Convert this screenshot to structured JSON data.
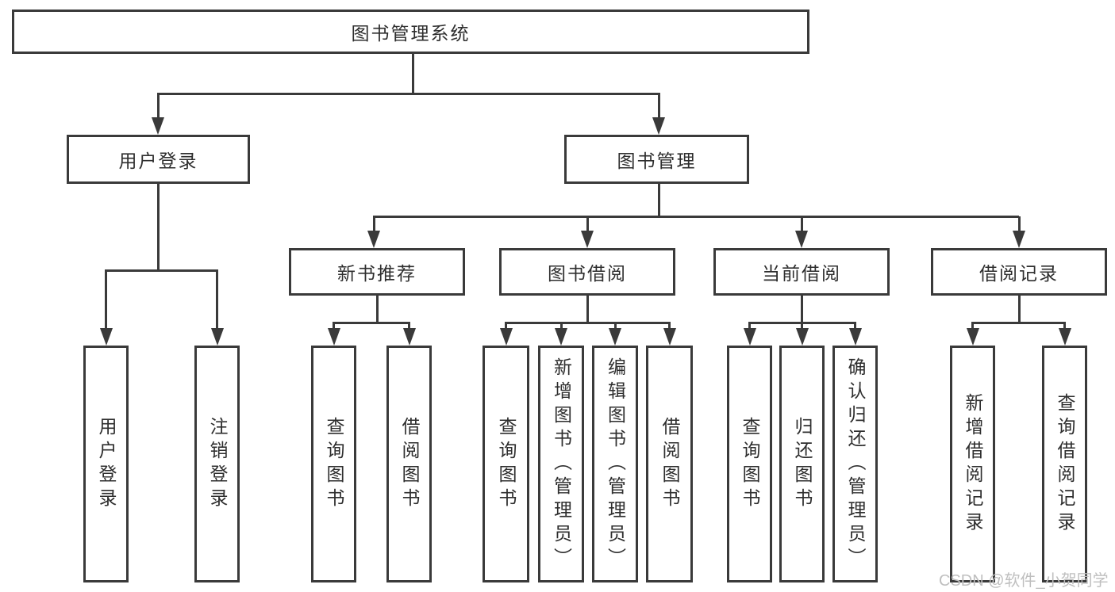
{
  "tree": {
    "label": "图书管理系统",
    "children": [
      {
        "label": "用户登录",
        "children": [
          {
            "label": "用户登录"
          },
          {
            "label": "注销登录"
          }
        ]
      },
      {
        "label": "图书管理",
        "children": [
          {
            "label": "新书推荐",
            "children": [
              {
                "label": "查询图书"
              },
              {
                "label": "借阅图书"
              }
            ]
          },
          {
            "label": "图书借阅",
            "children": [
              {
                "label": "查询图书"
              },
              {
                "label": "新增图书（管理员）"
              },
              {
                "label": "编辑图书（管理员）"
              },
              {
                "label": "借阅图书"
              }
            ]
          },
          {
            "label": "当前借阅",
            "children": [
              {
                "label": "查询图书"
              },
              {
                "label": "归还图书"
              },
              {
                "label": "确认归还（管理员）"
              }
            ]
          },
          {
            "label": "借阅记录",
            "children": [
              {
                "label": "新增借阅记录"
              },
              {
                "label": "查询借阅记录"
              }
            ]
          }
        ]
      }
    ]
  },
  "watermark": {
    "text": "CSDN @软件_小贺同学"
  },
  "colors": {
    "line": "#3a3a3a",
    "text": "#2e2e2e",
    "background": "#ffffff",
    "watermark": "#bfbfbf"
  }
}
